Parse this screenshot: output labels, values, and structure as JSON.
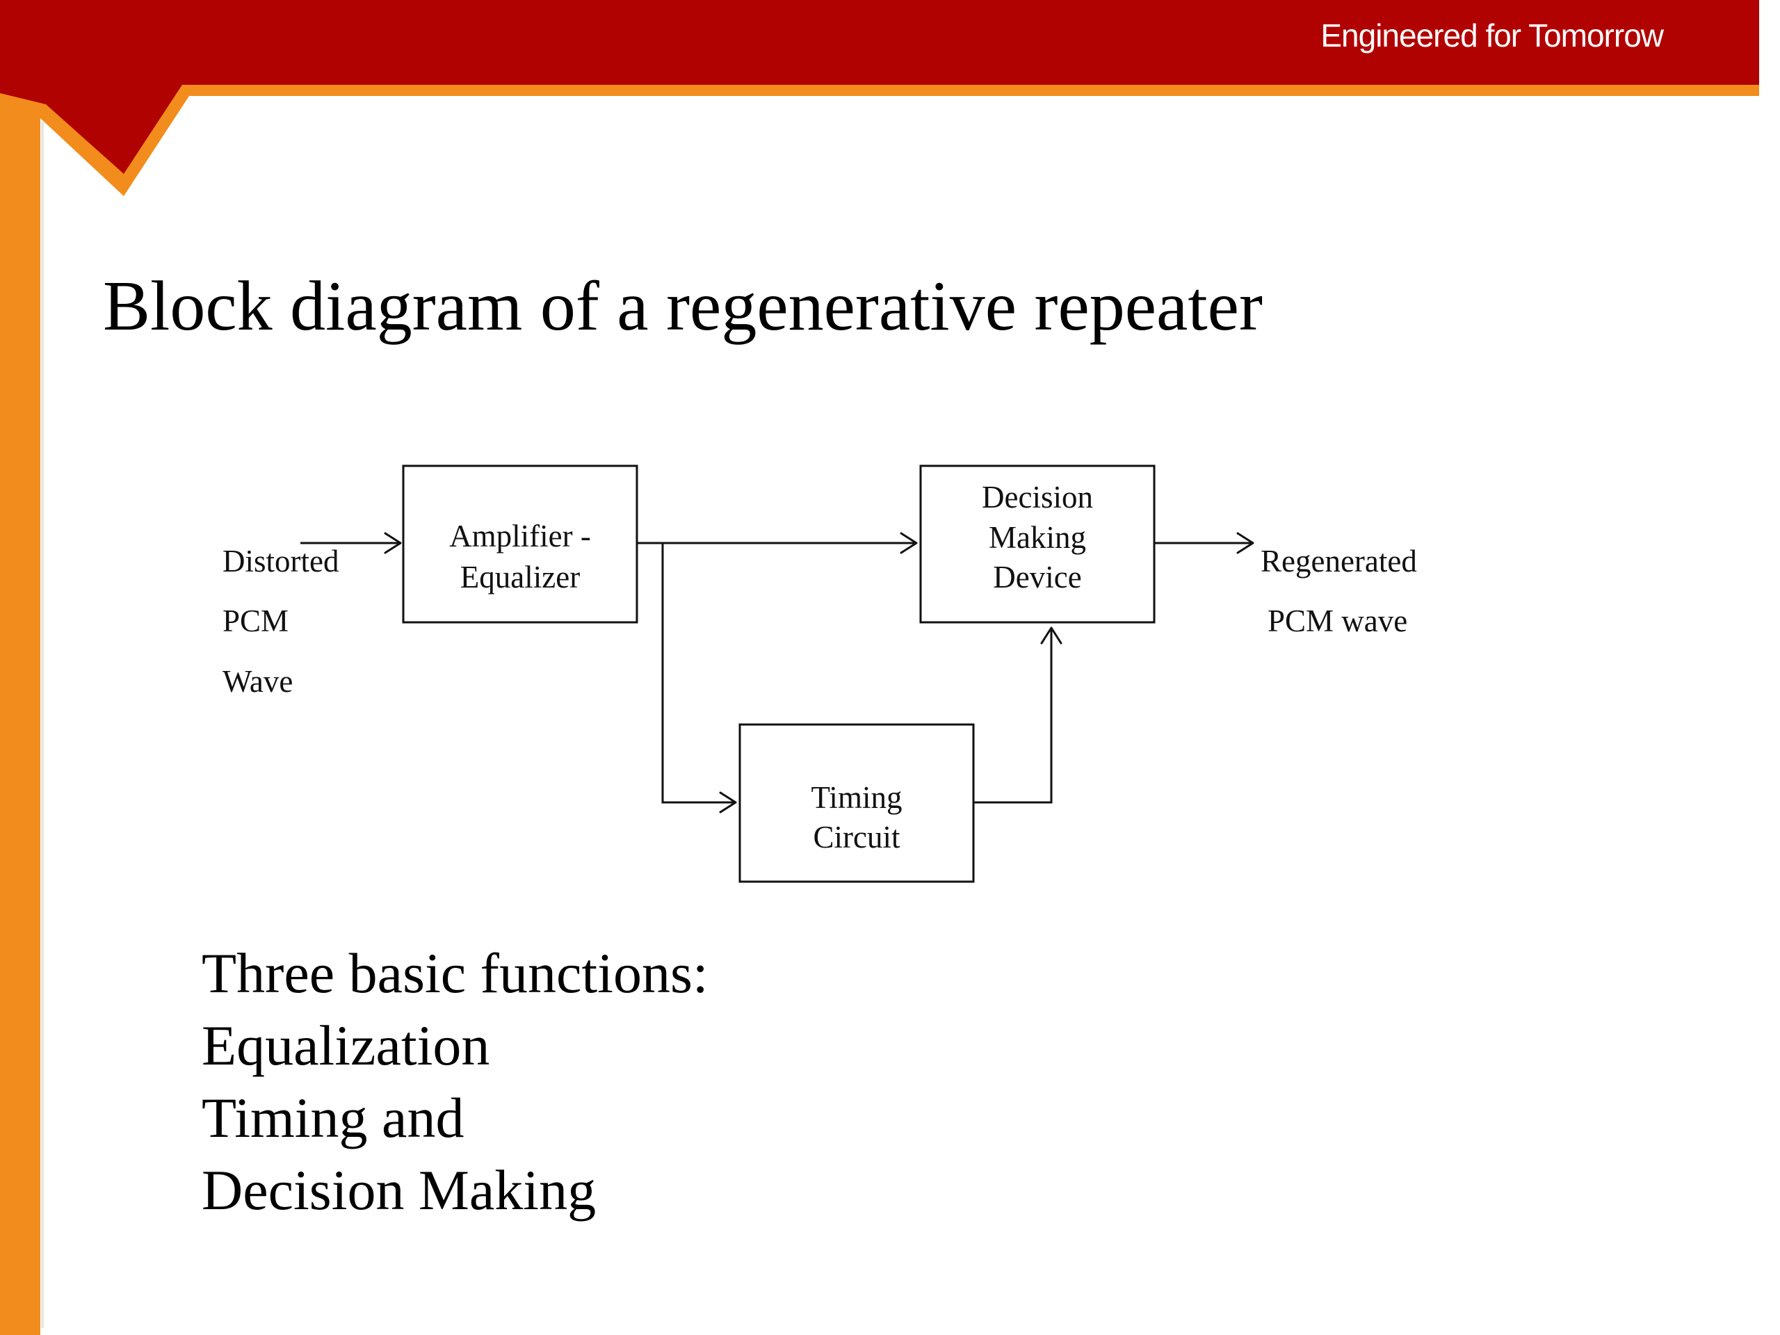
{
  "header": {
    "tagline": "Engineered for Tomorrow"
  },
  "title": "Block diagram of a regenerative repeater",
  "diagram": {
    "input_label": [
      "Distorted",
      "PCM",
      "Wave"
    ],
    "blocks": {
      "amplifier": [
        "Amplifier -",
        "Equalizer"
      ],
      "decision": [
        "Decision",
        "Making",
        "Device"
      ],
      "timing": [
        "Timing",
        "Circuit"
      ]
    },
    "output_label": [
      "Regenerated",
      "PCM wave"
    ]
  },
  "functions": {
    "heading": "Three basic functions:",
    "items": [
      "Equalization",
      "Timing and",
      "Decision Making"
    ]
  },
  "colors": {
    "header_red": "#B10202",
    "accent_orange": "#F28C1C",
    "text": "#000000",
    "background": "#FFFFFF"
  }
}
